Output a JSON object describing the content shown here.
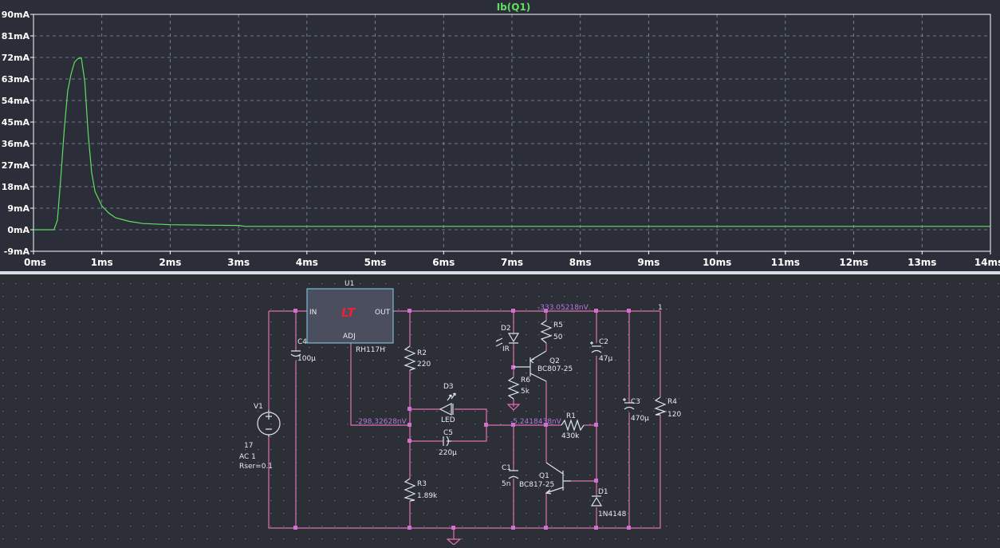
{
  "plot": {
    "trace_label": "Ib(Q1)",
    "colors": {
      "background": "#2b2e38",
      "grid": "#8a8fb0",
      "axis_text": "#ffffff",
      "trace": "#5ee05e"
    },
    "y_ticks": [
      "90mA",
      "81mA",
      "72mA",
      "63mA",
      "54mA",
      "45mA",
      "36mA",
      "27mA",
      "18mA",
      "9mA",
      "0mA",
      "-9mA"
    ],
    "x_ticks": [
      "0ms",
      "1ms",
      "2ms",
      "3ms",
      "4ms",
      "5ms",
      "6ms",
      "7ms",
      "8ms",
      "9ms",
      "10ms",
      "11ms",
      "12ms",
      "13ms",
      "14ms"
    ]
  },
  "chart_data": {
    "type": "line",
    "title": "Ib(Q1)",
    "xlabel": "",
    "ylabel": "",
    "x_unit": "ms",
    "y_unit": "mA",
    "xlim": [
      0,
      14
    ],
    "ylim": [
      -9,
      90
    ],
    "grid": true,
    "series": [
      {
        "name": "Ib(Q1)",
        "color": "#5ee05e",
        "x": [
          0,
          0.3,
          0.35,
          0.4,
          0.45,
          0.5,
          0.55,
          0.6,
          0.65,
          0.7,
          0.75,
          0.8,
          0.85,
          0.9,
          1.0,
          1.1,
          1.2,
          1.4,
          1.6,
          2.0,
          2.5,
          3.0,
          3.1,
          5,
          8,
          11,
          14
        ],
        "y": [
          0,
          0,
          4,
          22,
          42,
          58,
          65,
          70,
          71.5,
          71.8,
          62,
          40,
          24,
          16,
          10,
          7,
          5,
          3.5,
          2.6,
          2.1,
          1.9,
          1.8,
          1.4,
          1.4,
          1.4,
          1.4,
          1.4
        ]
      }
    ]
  },
  "schematic": {
    "colors": {
      "wire": "#e070b0",
      "component": "#dde3ea",
      "label": "#e6ebf0",
      "node": "#d070d0",
      "voltage": "#b07adf",
      "box": "#4a4e5e",
      "box_border": "#8ad4f0",
      "logo": "#ee2233"
    },
    "u1": {
      "ref": "U1",
      "model": "RH117H",
      "pin_in": "IN",
      "pin_out": "OUT",
      "pin_adj": "ADJ",
      "logo": "LT"
    },
    "c4": {
      "ref": "C4",
      "value": "100µ"
    },
    "v1": {
      "ref": "V1",
      "value": "17",
      "ac": "AC 1",
      "rser": "Rser=0.1"
    },
    "r2": {
      "ref": "R2",
      "value": "220"
    },
    "r3": {
      "ref": "R3",
      "value": "1.89k"
    },
    "d3": {
      "ref": "D3",
      "value": "LED"
    },
    "c5": {
      "ref": "C5",
      "value": "220µ"
    },
    "d2": {
      "ref": "D2",
      "value": "IR"
    },
    "r6": {
      "ref": "R6",
      "value": "5k"
    },
    "r5": {
      "ref": "R5",
      "value": "50"
    },
    "q2": {
      "ref": "Q2",
      "value": "BC807-25"
    },
    "r1": {
      "ref": "R1",
      "value": "430k"
    },
    "c1": {
      "ref": "C1",
      "value": "5n"
    },
    "q1": {
      "ref": "Q1",
      "value": "BC817-25"
    },
    "d1": {
      "ref": "D1",
      "value": "1N4148"
    },
    "c2": {
      "ref": "C2",
      "value": "47µ"
    },
    "c3": {
      "ref": "C3",
      "value": "470µ"
    },
    "r4": {
      "ref": "R4",
      "value": "120"
    },
    "net_top": "-333.05218nV",
    "net_adj": "-298.32628nV",
    "net_mid": "-5.2418438nV",
    "net_label_1": "1"
  }
}
